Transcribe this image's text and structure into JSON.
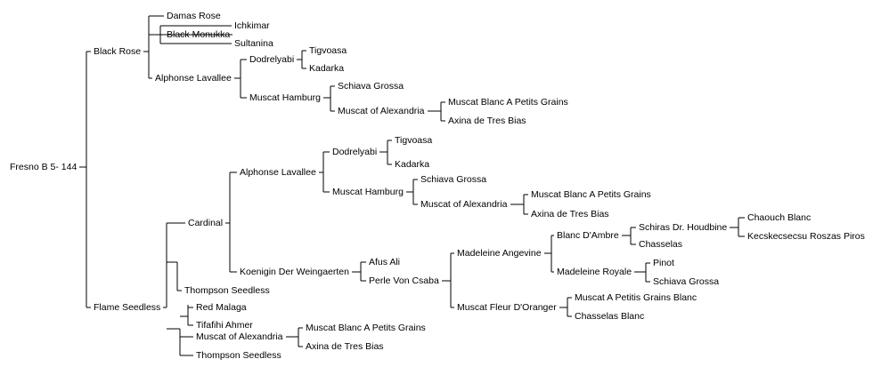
{
  "nodes": [
    {
      "id": "n0",
      "label": "Fresno B 5- 144"
    },
    {
      "id": "n1",
      "label": "Black Rose",
      "parent": "n0"
    },
    {
      "id": "n2",
      "label": "Damas Rose",
      "parent": "n1"
    },
    {
      "id": "n3",
      "label": "Black Monukka",
      "parent": "n1"
    },
    {
      "id": "n4",
      "label": "Ichkimar",
      "parent": "n3"
    },
    {
      "id": "n5",
      "label": "Sultanina",
      "parent": "n3"
    },
    {
      "id": "n6",
      "label": "Alphonse Lavallee",
      "parent": "n1"
    },
    {
      "id": "n7",
      "label": "Dodrelyabi",
      "parent": "n6"
    },
    {
      "id": "n8",
      "label": "Tigvoasa",
      "parent": "n7"
    },
    {
      "id": "n9",
      "label": "Kadarka",
      "parent": "n7"
    },
    {
      "id": "n10",
      "label": "Muscat Hamburg",
      "parent": "n6"
    },
    {
      "id": "n11",
      "label": "Schiava Grossa",
      "parent": "n10"
    },
    {
      "id": "n12",
      "label": "Muscat of Alexandria",
      "parent": "n10"
    },
    {
      "id": "n13",
      "label": "Muscat Blanc A Petits Grains",
      "parent": "n12"
    },
    {
      "id": "n14",
      "label": "Axina de Tres Bias",
      "parent": "n12"
    },
    {
      "id": "n15",
      "label": "Flame Seedless",
      "parent": "n0"
    },
    {
      "id": "n16",
      "label": "Cardinal",
      "parent": "n15"
    },
    {
      "id": "n17",
      "label": "Alphonse Lavallee",
      "parent": "n16"
    },
    {
      "id": "n18",
      "label": "Dodrelyabi",
      "parent": "n17"
    },
    {
      "id": "n19",
      "label": "Tigvoasa",
      "parent": "n18"
    },
    {
      "id": "n20",
      "label": "Kadarka",
      "parent": "n18"
    },
    {
      "id": "n21",
      "label": "Muscat Hamburg",
      "parent": "n17"
    },
    {
      "id": "n22",
      "label": "Schiava Grossa",
      "parent": "n21"
    },
    {
      "id": "n23",
      "label": "Muscat of Alexandria",
      "parent": "n21"
    },
    {
      "id": "n24",
      "label": "Muscat Blanc A Petits Grains",
      "parent": "n23"
    },
    {
      "id": "n25",
      "label": "Axina de Tres Bias",
      "parent": "n23"
    },
    {
      "id": "n26",
      "label": "Koenigin Der Weingaerten",
      "parent": "n16"
    },
    {
      "id": "n27",
      "label": "Afus Ali",
      "parent": "n26"
    },
    {
      "id": "n28",
      "label": "Perle Von Csaba",
      "parent": "n26"
    },
    {
      "id": "n29",
      "label": "Madeleine Angevine",
      "parent": "n28"
    },
    {
      "id": "n30",
      "label": "Blanc D'Ambre",
      "parent": "n29"
    },
    {
      "id": "n31",
      "label": "Schiras Dr. Houdbine",
      "parent": "n30"
    },
    {
      "id": "n32",
      "label": "Chaouch Blanc",
      "parent": "n31"
    },
    {
      "id": "n33",
      "label": "Kecskecsecsu Roszas Piros",
      "parent": "n31"
    },
    {
      "id": "n34",
      "label": "Chasselas",
      "parent": "n30"
    },
    {
      "id": "n35",
      "label": "Madeleine Royale",
      "parent": "n29"
    },
    {
      "id": "n36",
      "label": "Pinot",
      "parent": "n35"
    },
    {
      "id": "n37",
      "label": "Schiava Grossa",
      "parent": "n35"
    },
    {
      "id": "n38",
      "label": "Muscat Fleur D'Oranger",
      "parent": "n28"
    },
    {
      "id": "n39",
      "label": "Muscat A Petitis Grains Blanc",
      "parent": "n38"
    },
    {
      "id": "n40",
      "label": "Chasselas Blanc",
      "parent": "n38"
    },
    {
      "id": "n41",
      "label": "Thompson Seedless",
      "parent": "n15"
    },
    {
      "id": "n42",
      "label": "Red Malaga",
      "parent": "n15"
    },
    {
      "id": "n43",
      "label": "Tifafihi Ahmer",
      "parent": "n15"
    },
    {
      "id": "n44",
      "label": "Muscat of Alexandria",
      "parent": "n15"
    },
    {
      "id": "n45",
      "label": "Muscat Blanc A Petits Grains",
      "parent": "n44"
    },
    {
      "id": "n46",
      "label": "Axina de Tres Bias",
      "parent": "n44"
    },
    {
      "id": "n47",
      "label": "Thompson Seedless",
      "parent": "n15"
    }
  ]
}
